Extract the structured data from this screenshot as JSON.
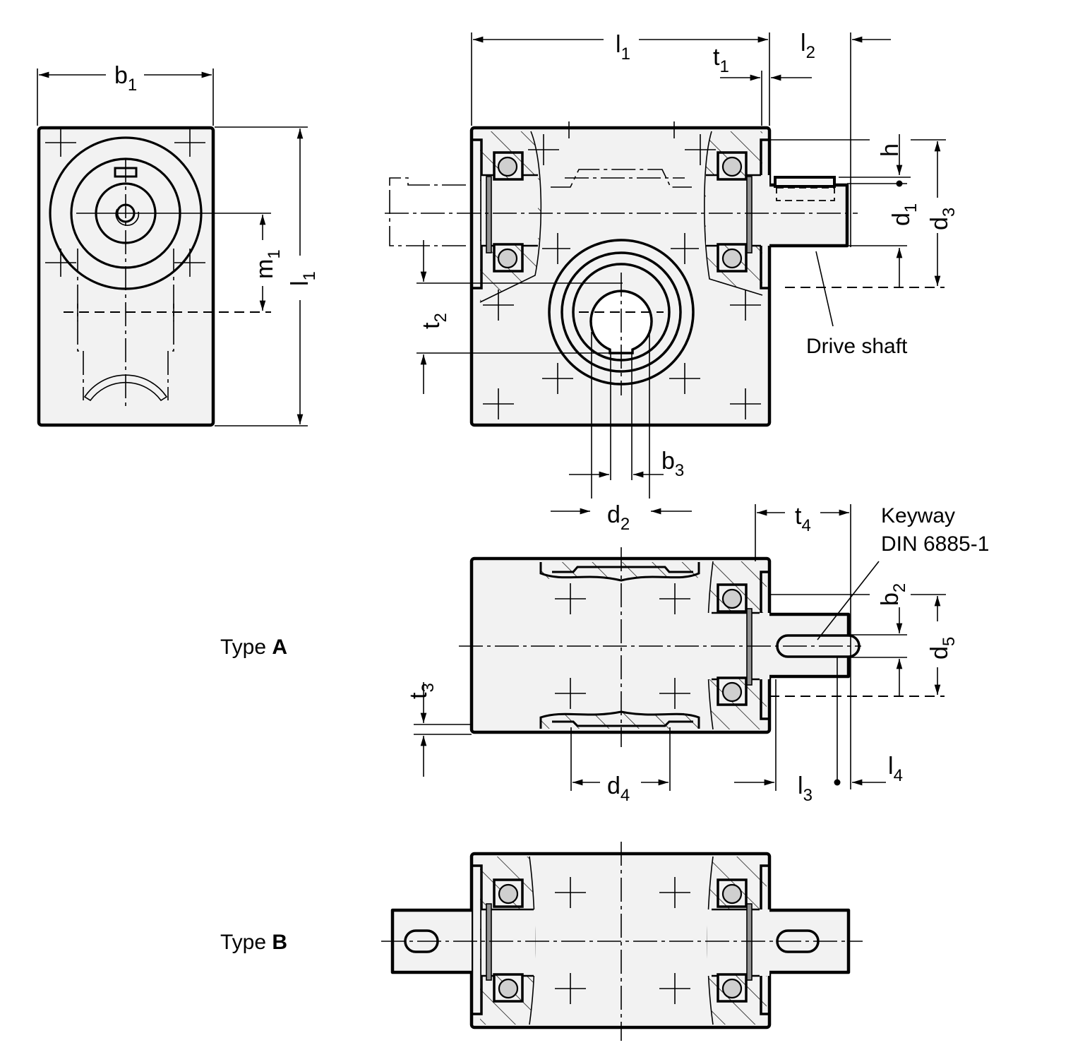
{
  "drawing": {
    "labels": {
      "b1": {
        "main": "b",
        "sub": "1"
      },
      "l1_side": {
        "main": "l",
        "sub": "1"
      },
      "m1": {
        "main": "m",
        "sub": "1"
      },
      "l1_top": {
        "main": "l",
        "sub": "1"
      },
      "t1": {
        "main": "t",
        "sub": "1"
      },
      "l2": {
        "main": "l",
        "sub": "2"
      },
      "h": {
        "main": "h"
      },
      "d1": {
        "main": "d",
        "sub": "1"
      },
      "d3": {
        "main": "d",
        "sub": "3"
      },
      "t2": {
        "main": "t",
        "sub": "2"
      },
      "b3": {
        "main": "b",
        "sub": "3"
      },
      "d2": {
        "main": "d",
        "sub": "2"
      },
      "t4": {
        "main": "t",
        "sub": "4"
      },
      "b2": {
        "main": "b",
        "sub": "2"
      },
      "d5": {
        "main": "d",
        "sub": "5"
      },
      "t3": {
        "main": "t",
        "sub": "3"
      },
      "d4": {
        "main": "d",
        "sub": "4"
      },
      "l3": {
        "main": "l",
        "sub": "3"
      },
      "l4": {
        "main": "l",
        "sub": "4"
      }
    },
    "notes": {
      "drive_shaft": "Drive shaft",
      "keyway_line1": "Keyway",
      "keyway_line2": "DIN 6885-1"
    },
    "types": {
      "a": {
        "prefix": "Type ",
        "letter": "A"
      },
      "b": {
        "prefix": "Type ",
        "letter": "B"
      }
    }
  }
}
